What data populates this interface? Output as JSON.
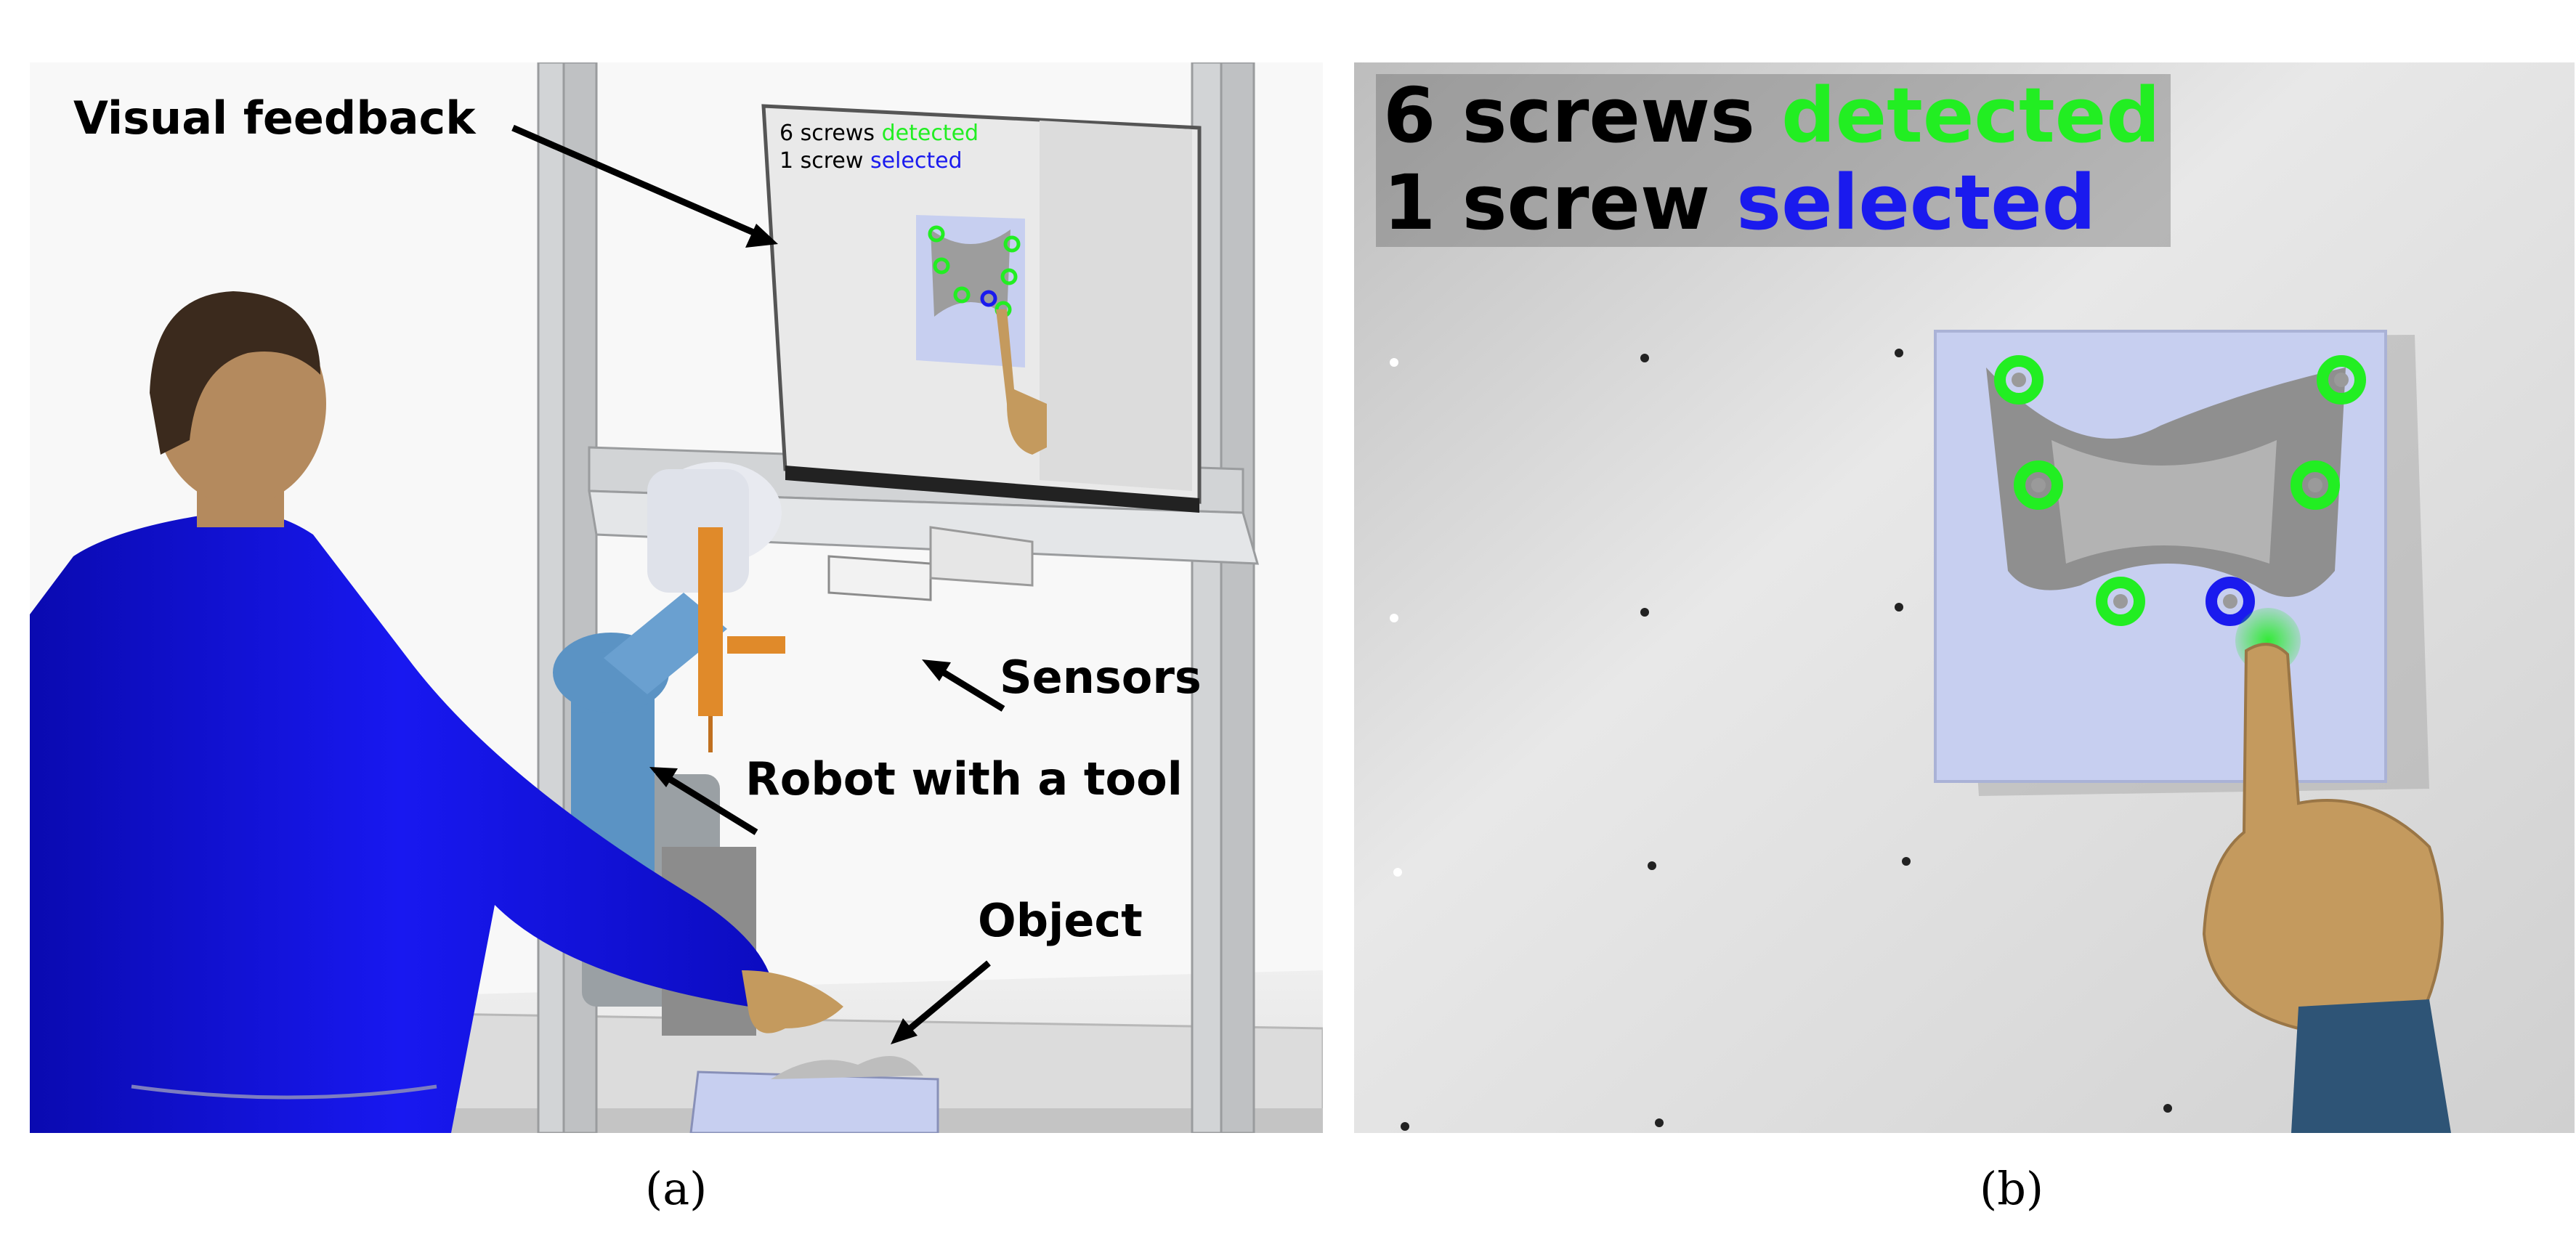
{
  "panel_a": {
    "caption": "(a)",
    "annotations": {
      "visual_feedback": "Visual feedback",
      "sensors": "Sensors",
      "robot": "Robot with a tool",
      "object": "Object"
    },
    "monitor": {
      "line1_prefix": "6 screws",
      "line1_status": "detected",
      "line2_prefix": "1 screw",
      "line2_status": "selected"
    }
  },
  "panel_b": {
    "caption": "(b)",
    "overlay": {
      "line1_prefix": "6 screws",
      "line1_status": "detected",
      "line2_prefix": "1 screw",
      "line2_status": "selected"
    }
  },
  "colors": {
    "detected": "#22ee22",
    "selected": "#1a1aee",
    "worker_suit": "#1414e6",
    "robot_arm": "#5b93c4",
    "plate": "#c7cff0"
  },
  "screws": {
    "detected_count": 6,
    "selected_count": 1
  }
}
